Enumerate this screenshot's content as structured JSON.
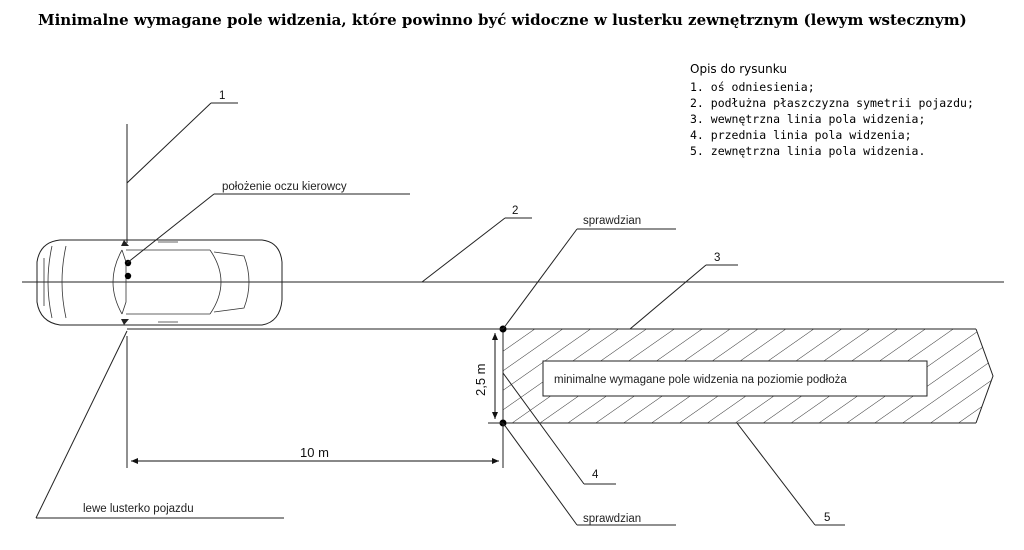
{
  "title": "Minimalne wymagane pole widzenia, które powinno być widoczne w lusterku zewnętrznym (lewym wstecznym)",
  "legend": {
    "heading": "Opis do rysunku",
    "items": [
      "1. oś odniesienia;",
      "2. podłużna płaszczyzna symetrii pojazdu;",
      "3. wewnętrzna linia pola widzenia;",
      "4. przednia linia pola widzenia;",
      "5. zewnętrzna linia pola widzenia."
    ]
  },
  "labels": {
    "eyes": "położenie oczu kierowcy",
    "check_top": "sprawdzian",
    "check_bottom": "sprawdzian",
    "mirror": "lewe lusterko pojazdu",
    "field": "minimalne wymagane pole widzenia na poziomie podłoża",
    "dim_width": "2,5 m",
    "dim_distance": "10 m"
  },
  "callouts": [
    "1",
    "2",
    "3",
    "4",
    "5"
  ],
  "colors": {
    "line": "#222222",
    "hatch": "#333333",
    "background": "#ffffff"
  }
}
